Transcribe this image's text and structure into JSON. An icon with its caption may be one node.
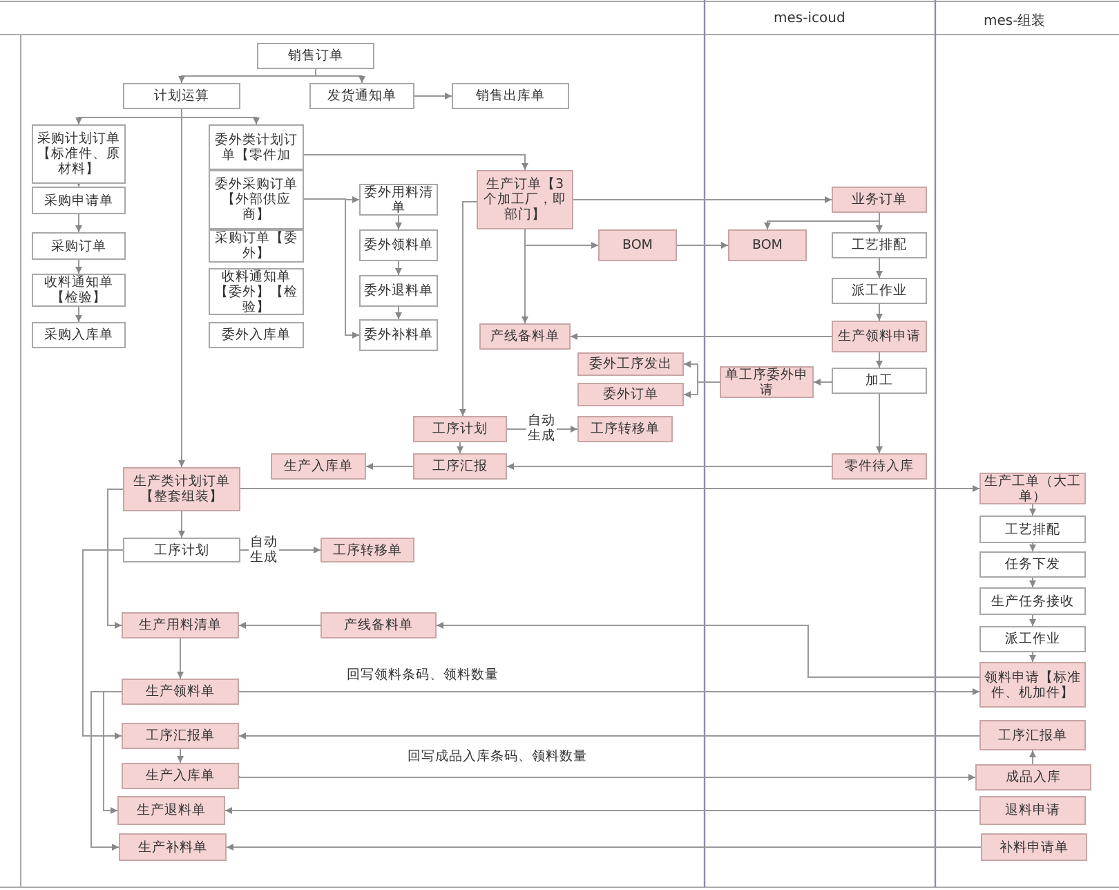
{
  "diagram": {
    "nodes": [
      {
        "text": [
          "销售订单"
        ]
      },
      {
        "text": [
          "计划运算"
        ]
      },
      {
        "text": [
          "发货通知单"
        ]
      },
      {
        "text": [
          "销售出库单"
        ]
      },
      {
        "text": [
          "采购计划订单【标准件、原材料】"
        ]
      },
      {
        "text": [
          "采购申请单"
        ]
      },
      {
        "text": [
          "采购订单"
        ]
      },
      {
        "text": [
          "收料通知单【检验】"
        ]
      },
      {
        "text": [
          "采购入库单"
        ]
      },
      {
        "text": [
          "委外类计划订单【零件加"
        ]
      },
      {
        "text": [
          "委外采购订单【外部供应商】"
        ]
      },
      {
        "text": [
          "采购订单【委外】"
        ]
      },
      {
        "text": [
          "收料通知单【委外】【检验】"
        ]
      },
      {
        "text": [
          "委外入库单"
        ]
      },
      {
        "text": [
          "委外用料清单"
        ]
      },
      {
        "text": [
          "委外领料单"
        ]
      },
      {
        "text": [
          "委外退料单"
        ]
      },
      {
        "text": [
          "委外补料单"
        ]
      },
      {
        "text": [
          "生产订单【3个加工厂，即部门】"
        ]
      },
      {
        "text": [
          "BOM"
        ]
      },
      {
        "text": [
          "BOM"
        ]
      },
      {
        "text": [
          "业务订单"
        ]
      },
      {
        "text": [
          "工艺排配"
        ]
      },
      {
        "text": [
          "派工作业"
        ]
      },
      {
        "text": [
          "生产领料申请"
        ]
      },
      {
        "text": [
          "产线备料单"
        ]
      },
      {
        "text": [
          "委外工序发出"
        ]
      },
      {
        "text": [
          "委外订单"
        ]
      },
      {
        "text": [
          "单工序委外申请"
        ]
      },
      {
        "text": [
          "加工"
        ]
      },
      {
        "text": [
          "工序计划"
        ]
      },
      {
        "text": [
          "工序转移单"
        ]
      },
      {
        "text": [
          "生产入库单"
        ]
      },
      {
        "text": [
          "工序汇报"
        ]
      },
      {
        "text": [
          "零件待入库"
        ]
      },
      {
        "text": [
          "生产类计划订单【整套组装】"
        ]
      },
      {
        "text": [
          "工序计划"
        ]
      },
      {
        "text": [
          "工序转移单"
        ]
      },
      {
        "text": [
          "生产用料清单"
        ]
      },
      {
        "text": [
          "产线备料单"
        ]
      },
      {
        "text": [
          "生产领料单"
        ]
      },
      {
        "text": [
          "工序汇报单"
        ]
      },
      {
        "text": [
          "生产入库单"
        ]
      },
      {
        "text": [
          "生产退料单"
        ]
      },
      {
        "text": [
          "生产补料单"
        ]
      },
      {
        "text": [
          "生产工单（大工单）"
        ]
      },
      {
        "text": [
          "工艺排配"
        ]
      },
      {
        "text": [
          "任务下发"
        ]
      },
      {
        "text": [
          "生产任务接收"
        ]
      },
      {
        "text": [
          "派工作业"
        ]
      },
      {
        "text": [
          "领料申请【标准件、机加件】"
        ]
      },
      {
        "text": [
          "工序汇报单"
        ]
      },
      {
        "text": [
          "成品入库"
        ]
      },
      {
        "text": [
          "退料申请"
        ]
      },
      {
        "text": [
          "补料申请单"
        ]
      }
    ],
    "edges": [
      {
        "from": 0,
        "to": 1,
        "arrow": "to"
      },
      {
        "from": 0,
        "to": 2,
        "arrow": "to"
      },
      {
        "from": 2,
        "to": 3,
        "arrow": "to"
      },
      {
        "from": 1,
        "to": 4,
        "arrow": "to"
      },
      {
        "from": 1,
        "to": 9,
        "arrow": "to"
      },
      {
        "from": 1,
        "to": 35,
        "arrow": "to"
      },
      {
        "from": 4,
        "to": 5,
        "arrow": "to"
      },
      {
        "from": 5,
        "to": 6,
        "arrow": "to"
      },
      {
        "from": 6,
        "to": 7,
        "arrow": "to"
      },
      {
        "from": 7,
        "to": 8,
        "arrow": "to"
      },
      {
        "from": 9,
        "to": 18,
        "arrow": "to"
      },
      {
        "from": 10,
        "to": 14,
        "arrow": "to"
      },
      {
        "from": 10,
        "to": 17,
        "arrow": "to"
      },
      {
        "from": 14,
        "to": 15,
        "arrow": "to"
      },
      {
        "from": 15,
        "to": 16,
        "arrow": "to"
      },
      {
        "from": 16,
        "to": 17,
        "arrow": "to"
      },
      {
        "from": 18,
        "to": 21,
        "arrow": "to"
      },
      {
        "from": 18,
        "to": 19,
        "arrow": "to"
      },
      {
        "from": 19,
        "to": 20,
        "arrow": "to"
      },
      {
        "from": 21,
        "to": 20,
        "arrow": "to"
      },
      {
        "from": 21,
        "to": 22,
        "arrow": "to"
      },
      {
        "from": 22,
        "to": 23,
        "arrow": "to"
      },
      {
        "from": 23,
        "to": 24,
        "arrow": "to"
      },
      {
        "from": 24,
        "to": 25,
        "arrow": "to"
      },
      {
        "from": 18,
        "to": 25,
        "arrow": "to"
      },
      {
        "from": 24,
        "to": 29,
        "arrow": "to"
      },
      {
        "from": 29,
        "to": 28,
        "arrow": "to"
      },
      {
        "from": 28,
        "to": 26,
        "arrow": "to"
      },
      {
        "from": 28,
        "to": 27,
        "arrow": "to"
      },
      {
        "from": 29,
        "to": 34,
        "arrow": "to"
      },
      {
        "from": 34,
        "to": 33,
        "arrow": "to"
      },
      {
        "from": 33,
        "to": 32,
        "arrow": "to"
      },
      {
        "from": 30,
        "to": 33,
        "arrow": "to"
      },
      {
        "from": 30,
        "to": 31,
        "label": "自动生成",
        "arrow": "to"
      },
      {
        "from": 18,
        "to": 30,
        "arrow": "to"
      },
      {
        "from": 35,
        "to": 45,
        "arrow": "to"
      },
      {
        "from": 35,
        "to": 36,
        "arrow": "to"
      },
      {
        "from": 36,
        "to": 37,
        "label": "自动生成",
        "arrow": "to"
      },
      {
        "from": 35,
        "to": 38,
        "arrow": "to"
      },
      {
        "from": 39,
        "to": 38,
        "arrow": "to"
      },
      {
        "from": 50,
        "to": 39,
        "arrow": "to"
      },
      {
        "from": 38,
        "to": 40,
        "arrow": "to"
      },
      {
        "from": 40,
        "to": 50,
        "label": "回写领料条码、领料数量",
        "arrow": "to"
      },
      {
        "from": 51,
        "to": 41,
        "arrow": "to"
      },
      {
        "from": 41,
        "to": 42,
        "arrow": "to"
      },
      {
        "from": 42,
        "to": 52,
        "label": "回写成品入库条码、领料数量",
        "arrow": "to"
      },
      {
        "from": 53,
        "to": 43,
        "arrow": "to"
      },
      {
        "from": 54,
        "to": 44,
        "arrow": "to"
      },
      {
        "from": 40,
        "to": 43,
        "arrow": "to"
      },
      {
        "from": 40,
        "to": 44,
        "arrow": "to"
      },
      {
        "from": 36,
        "to": 41,
        "arrow": "to"
      },
      {
        "from": 45,
        "to": 46,
        "arrow": "to"
      },
      {
        "from": 46,
        "to": 47,
        "arrow": "to"
      },
      {
        "from": 47,
        "to": 48,
        "arrow": "to"
      },
      {
        "from": 48,
        "to": 49,
        "arrow": "to"
      },
      {
        "from": 49,
        "to": 50,
        "arrow": "to"
      },
      {
        "from": 52,
        "to": 51,
        "arrow": "to"
      }
    ],
    "labels": [
      "mes-icoud",
      "mes-组装"
    ]
  }
}
